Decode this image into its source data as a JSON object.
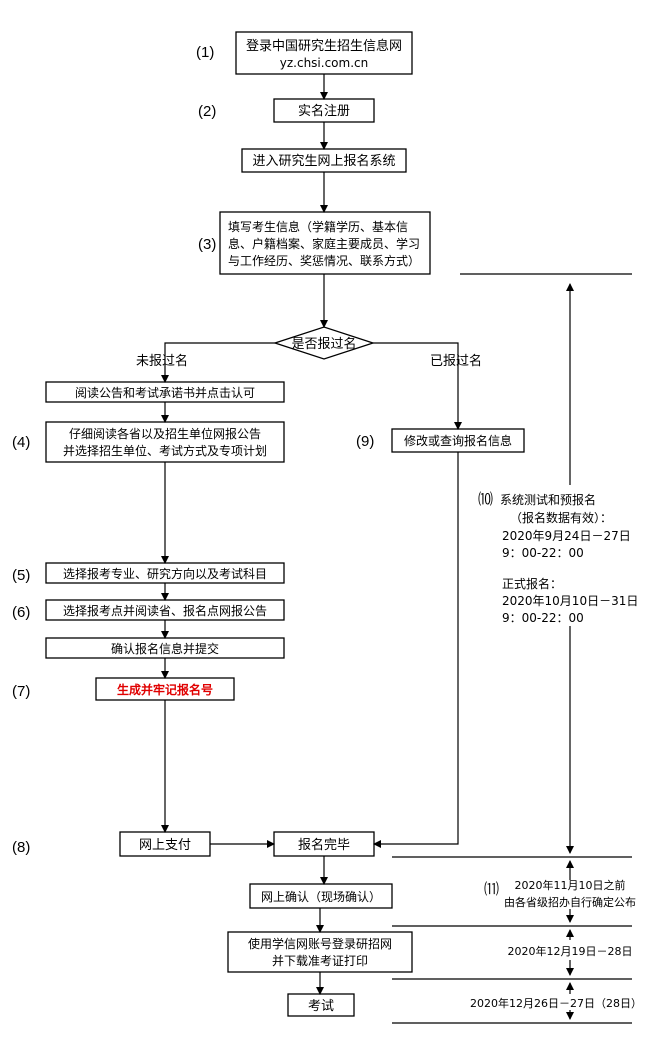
{
  "steps": {
    "login": {
      "line1": "登录中国研究生招生信息网",
      "line2": "yz.chsi.com.cn"
    },
    "register": "实名注册",
    "enter_system": "进入研究生网上报名系统",
    "fill_info": {
      "line1": "填写考生信息（学籍学历、基本信",
      "line2": "息、户籍档案、家庭主要成员、学习",
      "line3": "与工作经历、奖惩情况、联系方式）"
    },
    "decision": "是否报过名",
    "branch_no": "未报过名",
    "branch_yes": "已报过名",
    "read_notice": "阅读公告和考试承诺书并点击认可",
    "read_province": {
      "line1": "仔细阅读各省以及招生单位网报公告",
      "line2": "并选择招生单位、考试方式及专项计划"
    },
    "modify": "修改或查询报名信息",
    "select_major": "选择报考专业、研究方向以及考试科目",
    "select_point": "选择报考点并阅读省、报名点网报公告",
    "confirm_submit": "确认报名信息并提交",
    "generate_number": "生成并牢记报名号",
    "pay": "网上支付",
    "complete": "报名完毕",
    "onsite_confirm": "网上确认（现场确认）",
    "print_ticket": {
      "line1": "使用学信网账号登录研招网",
      "line2": "并下载准考证打印"
    },
    "exam": "考试"
  },
  "numbers": {
    "n1": "(1)",
    "n2": "(2)",
    "n3": "(3)",
    "n4": "(4)",
    "n5": "(5)",
    "n6": "(6)",
    "n7": "(7)",
    "n8": "(8)",
    "n9": "(9)",
    "n10": "⑽",
    "n11": "⑾"
  },
  "timeline": {
    "n10": {
      "line1": "系统测试和预报名",
      "line2": "（报名数据有效）：",
      "line3": "2020年9月24日－27日",
      "line4": "9：00-22：00",
      "line5": "正式报名：",
      "line6": "2020年10月10日－31日",
      "line7": "9：00-22：00"
    },
    "n11": {
      "line1": "2020年11月10日之前",
      "line2": "由各省级招办自行确定公布"
    },
    "print_period": "2020年12月19日－28日",
    "exam_period": "2020年12月26日－27日（28日）"
  },
  "colors": {
    "highlight_red": "#e00000",
    "line": "#000000"
  }
}
